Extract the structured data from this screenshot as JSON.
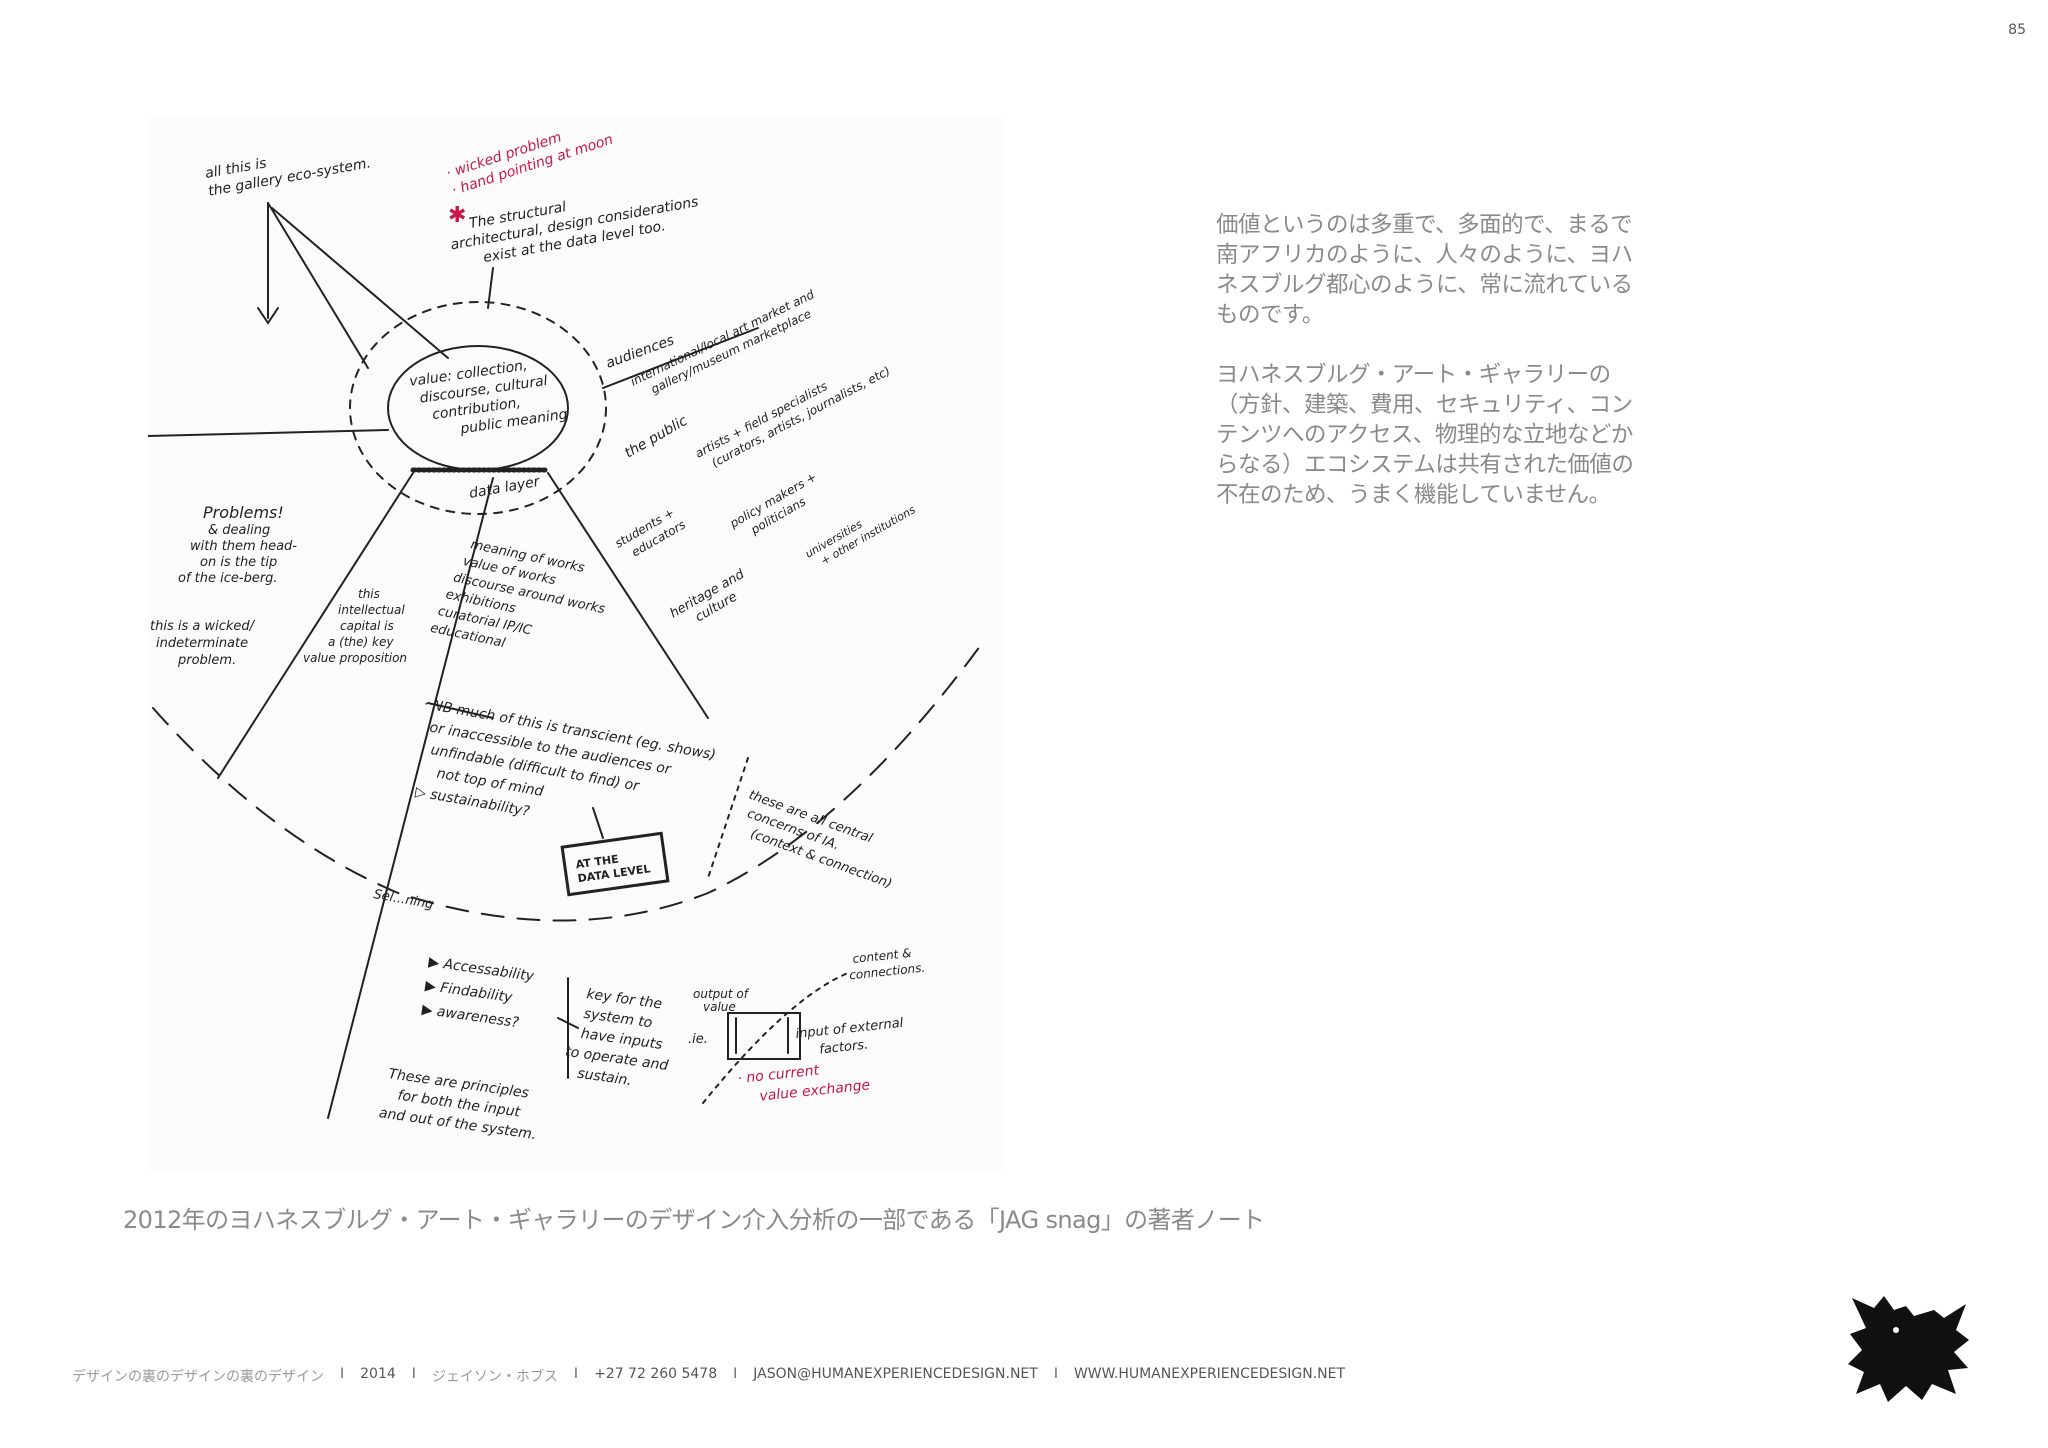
{
  "page": {
    "number": "85"
  },
  "text": {
    "paragraph_1": "価値というのは多重で、多面的で、まるで南アフリカのように、人々のように、ヨハネスブルグ都心のように、常に流れているものです。",
    "paragraph_2": "ヨハネスブルグ・アート・ギャラリーの（方針、建築、費用、セキュリティ、コンテンツへのアクセス、物理的な立地などからなる）エコシステムは共有された価値の不在のため、うまく機能していません。"
  },
  "caption": "2012年のヨハネスブルグ・アート・ギャラリーのデザイン介入分析の一部である「JAG snag」の著者ノート",
  "footer": {
    "title": "デザインの裏のデザインの裏のデザイン",
    "year": "2014",
    "author": "ジェイソン・ホブス",
    "phone": "+27 72 260 5478",
    "email": "JASON@HUMANEXPERIENCEDESIGN.NET",
    "website": "WWW.HUMANEXPERIENCEDESIGN.NET",
    "separator": "I"
  },
  "sketch": {
    "ecosystem": [
      "all this is",
      "the gallery eco-system."
    ],
    "wicked": [
      "· wicked problem",
      "· hand pointing at moon"
    ],
    "structural": [
      "The structural",
      "architectural, design considerations",
      "exist at the data level too."
    ],
    "value": [
      "value: collection,",
      "discourse, cultural",
      "contribution,",
      "public meaning"
    ],
    "audiences_label": "audiences",
    "international": [
      "international/local art market and",
      "gallery/museum marketplace"
    ],
    "public": "the public",
    "artists": [
      "artists + field specialists",
      "(curators, artists, journalists, etc)"
    ],
    "students": [
      "students +",
      "educators"
    ],
    "policy": [
      "policy makers +",
      "politicians"
    ],
    "heritage": [
      "heritage and",
      "culture"
    ],
    "universities": [
      "universities",
      "+ other institutions"
    ],
    "data_layer": "data layer",
    "data_items": [
      "meaning of works",
      "value of works",
      "discourse around works",
      "exhibitions",
      "curatorial IP/IC",
      "educational"
    ],
    "problems": [
      "Problems!",
      "& dealing",
      "with them head-",
      "on is the tip",
      "of the ice-berg."
    ],
    "wicked2": [
      "this is a wicked/",
      "indeterminate",
      "problem."
    ],
    "intellectual": [
      "this",
      "intellectual",
      "capital is",
      "a (the) key",
      "value proposition"
    ],
    "nb": [
      "· NB much of this is transcient (eg. shows)",
      "or inaccessible to the audiences or",
      "unfindable (difficult to find) or",
      "not top of mind",
      "▷ sustainability?"
    ],
    "box": [
      "AT THE",
      "DATA LEVEL"
    ],
    "central": [
      "these are all central",
      "concerns of IA.",
      "(context & connection)"
    ],
    "sel": "Sel...ning",
    "principles": [
      "▶ Accessability",
      "▶ Findability",
      "▶ awareness?"
    ],
    "key": [
      "key for the",
      "system to",
      "have inputs",
      "to operate and",
      "sustain."
    ],
    "both": [
      "These are principles",
      "for both the input",
      "and out of the system."
    ],
    "output": [
      "output of",
      "value"
    ],
    "ie": ".ie.",
    "input": [
      "input of external",
      "factors."
    ],
    "content": [
      "content &",
      "connections."
    ],
    "no_value": [
      "· no current",
      "value exchange"
    ]
  }
}
